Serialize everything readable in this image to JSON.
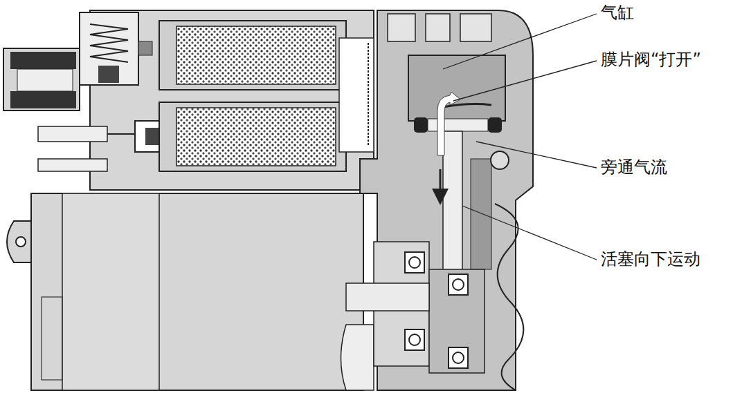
{
  "diagram": {
    "labels": [
      "气缸",
      "膜片阀“打开”",
      "旁通气流",
      "活塞向下运动"
    ]
  }
}
